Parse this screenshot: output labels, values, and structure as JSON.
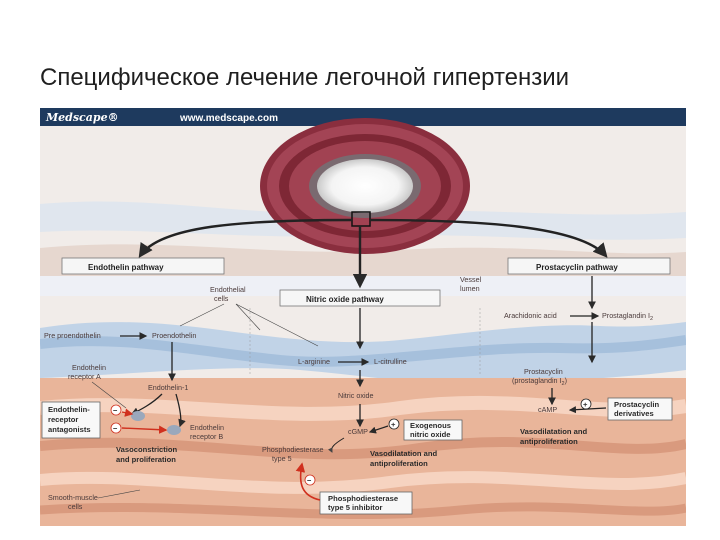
{
  "title": "Специфическое лечение легочной гипертензии",
  "header": {
    "logo": "Medscape®",
    "url": "www.medscape.com"
  },
  "pathways": {
    "endothelin": "Endothelin pathway",
    "nitric": "Nitric oxide pathway",
    "prostacyclin": "Prostacyclin pathway"
  },
  "labels": {
    "endothelial_cells": [
      "Endothelial",
      "cells"
    ],
    "vessel_lumen": [
      "Vessel",
      "lumen"
    ],
    "pre_proendothelin": "Pre proendothelin",
    "proendothelin": "Proendothelin",
    "receptor_a": [
      "Endothelin",
      "receptor A"
    ],
    "endothelin1": "Endothelin-1",
    "receptor_b": [
      "Endothelin",
      "receptor B"
    ],
    "vasoconstriction": [
      "Vasoconstriction",
      "and proliferation"
    ],
    "l_arginine": "L-arginine",
    "l_citrulline": "L-citrulline",
    "nitric_oxide": "Nitric oxide",
    "cgmp": "cGMP",
    "pde5": [
      "Phosphodiesterase",
      "type 5"
    ],
    "vasodilatation_left": [
      "Vasodilatation and",
      "antiproliferation"
    ],
    "arachidonic": "Arachidonic acid",
    "prostaglandin": "Prostaglandin I",
    "prostacyclin": [
      "Prostacyclin",
      "(prostaglandin I"
    ],
    "camp": "cAMP",
    "vasodilatation_right": [
      "Vasodilatation and",
      "antiproliferation"
    ],
    "smooth_muscle": [
      "Smooth-muscle",
      "cells"
    ]
  },
  "drug_boxes": {
    "antagonists": [
      "Endothelin-",
      "receptor",
      "antagonists"
    ],
    "exogenous_no": [
      "Exogenous",
      "nitric oxide"
    ],
    "prostacyclin_derivatives": [
      "Prostacyclin",
      "derivatives"
    ],
    "pde5_inhibitor": [
      "Phosphodiesterase",
      "type 5 inhibitor"
    ]
  },
  "signs": {
    "minus": "−",
    "plus": "+"
  },
  "colors": {
    "header_bar": "#1e3a5e",
    "vessel_ring": "#8a2e3e",
    "endothelium": "#b9cfe6",
    "smooth_muscle": "#e9b59a",
    "inhibition_arrow": "#d0301e"
  }
}
